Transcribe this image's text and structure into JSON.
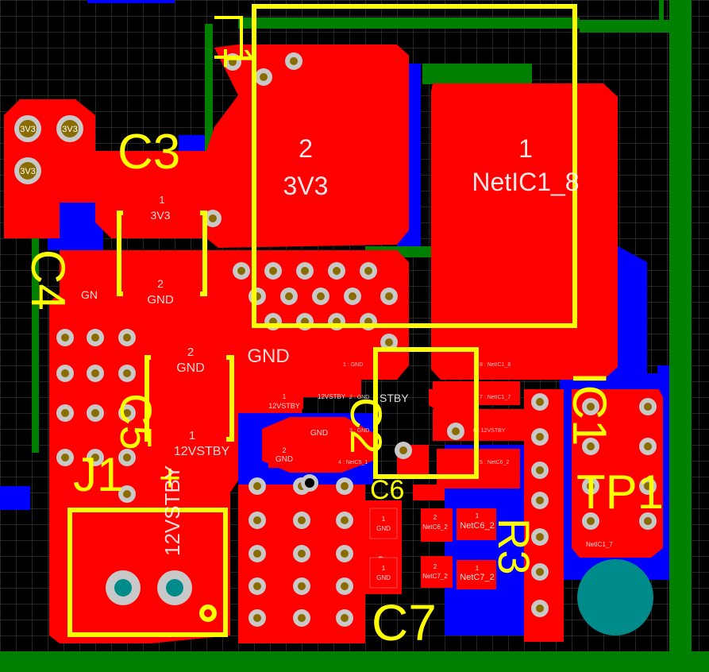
{
  "colors": {
    "background": "#000000",
    "grid": "#4a4a4a",
    "top_copper": "#ff0000",
    "bottom_copper": "#0000ff",
    "overlay_green": "#008000",
    "silkscreen": "#ffff00",
    "pad_text": "#ffffff",
    "via_ring": "#c8c8c8",
    "via_hole": "#8a6b00",
    "teal": "#008b8b"
  },
  "designators": {
    "c3": "C3",
    "c4": "C4",
    "c5": "C5",
    "c2": "C2",
    "c6": "C6",
    "c7": "C7",
    "r3": "R3",
    "ic1": "IC1",
    "j1": "J1",
    "tp1": "TP1",
    "pin1_mark": "1",
    "plus_mark": "+",
    "c7_small": "C7"
  },
  "regulator_pads": {
    "pad2_num": "2",
    "pad2_net": "3V3",
    "pad1_num": "1",
    "pad1_net": "NetIC1_8"
  },
  "labels": {
    "via_3v3": "3V3",
    "gnd_big": "GND",
    "gnd_small": "GN",
    "vstby_rot": "12VSTBY",
    "stby_partial": "STBY",
    "vstby_small": "12VSTBY"
  },
  "c3_pads": {
    "p1_num": "1",
    "p1_net": "3V3",
    "p2_num": "2",
    "p2_net": "GND"
  },
  "c5_pads": {
    "p2_num": "2",
    "p2_net": "GND",
    "p1_num": "1",
    "p1_net": "12VSTBY"
  },
  "c2_pads": {
    "p1_num": "1",
    "p1_net": "12VSTBY",
    "p2_num": "2",
    "p2_net": "GND",
    "top_net": "GND"
  },
  "ic1_pins": {
    "p1": "1 : GND",
    "p8": "8 : NetIC1_8",
    "p7": "7 : NetIC1_7",
    "p6": "6 : 12VSTBY",
    "p5": "5 : NetC6_2",
    "p4": "4 : NetC5_1",
    "p3": "3 : GND",
    "p2": "2 : GND"
  },
  "c6_pads": {
    "p1_num": "1",
    "p1_net": "GND",
    "p2_num": "2",
    "p2_net": "NetC6_2"
  },
  "c7_pads": {
    "p1_num": "1",
    "p1_net": "GND",
    "p2_num": "2",
    "p2_net": "NetC7_2"
  },
  "r3_pads": {
    "p1_num": "1",
    "p1_net": "NetC6_2",
    "p2_num": "1",
    "p2_net": "NetC7_2"
  },
  "tp1_pad": {
    "net": "NetIC1_7"
  }
}
